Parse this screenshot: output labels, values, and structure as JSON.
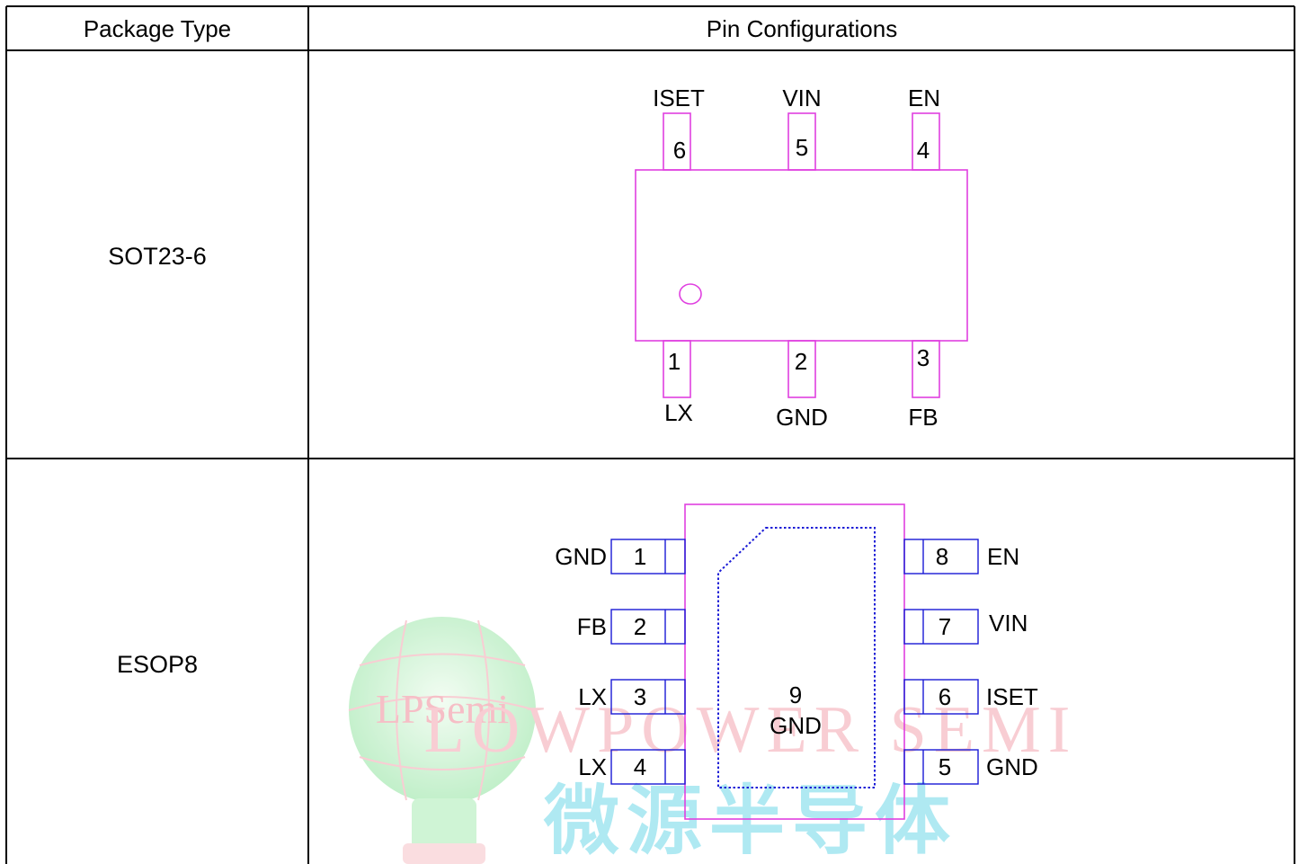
{
  "table": {
    "header": {
      "package_type": "Package Type",
      "pin_configurations": "Pin Configurations"
    },
    "rows": [
      {
        "package": "SOT23-6",
        "top_pins": [
          {
            "number": "6",
            "name": "ISET"
          },
          {
            "number": "5",
            "name": "VIN"
          },
          {
            "number": "4",
            "name": "EN"
          }
        ],
        "bottom_pins": [
          {
            "number": "1",
            "name": "LX"
          },
          {
            "number": "2",
            "name": "GND"
          },
          {
            "number": "3",
            "name": "FB"
          }
        ]
      },
      {
        "package": "ESOP8",
        "left_pins": [
          {
            "number": "1",
            "name": "GND"
          },
          {
            "number": "2",
            "name": "FB"
          },
          {
            "number": "3",
            "name": "LX"
          },
          {
            "number": "4",
            "name": "LX"
          }
        ],
        "right_pins": [
          {
            "number": "8",
            "name": "EN"
          },
          {
            "number": "7",
            "name": "VIN"
          },
          {
            "number": "6",
            "name": "ISET"
          },
          {
            "number": "5",
            "name": "GND"
          }
        ],
        "exposed_pad": {
          "number": "9",
          "name": "GND"
        }
      }
    ]
  },
  "watermark": {
    "logo_text": "LPSemi",
    "banner_text": "LOWPOWER SEMI",
    "chinese_text": "微源半导体"
  },
  "colors": {
    "grid": "#000000",
    "package_outline": "#e040e0",
    "esop_pin_outline": "#1a1ad6",
    "exposed_pad_outline": "#1a1ad6",
    "watermark_green": "#9be8a8",
    "watermark_pink": "#f4a6b0",
    "watermark_cyan": "#6fd8e8"
  }
}
